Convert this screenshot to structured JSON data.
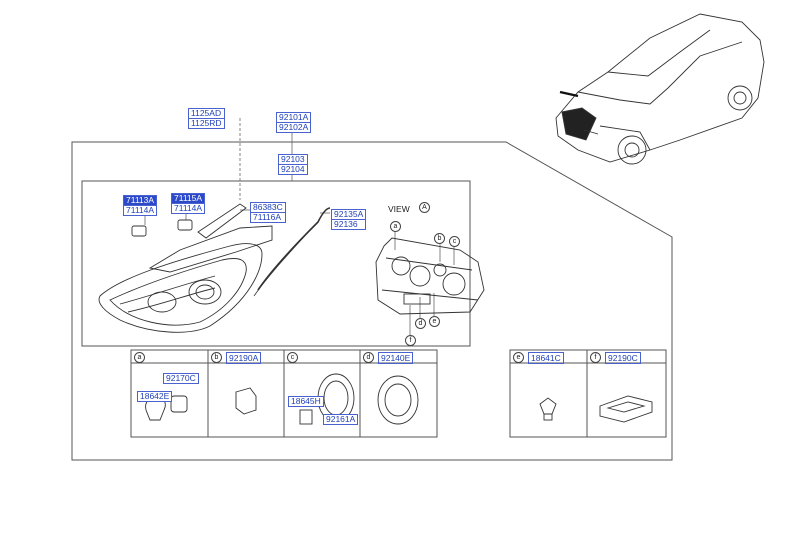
{
  "view": {
    "label": "VIEW",
    "ref": "A"
  },
  "top_labels": {
    "p1125": [
      "1125AD",
      "1125RD"
    ],
    "p92101": [
      "92101A",
      "92102A"
    ],
    "p92103": [
      "92103",
      "92104"
    ],
    "p71113": [
      "71113A",
      "71114A"
    ],
    "p71115": [
      "71115A",
      "71114A"
    ],
    "p86383": [
      "86383C",
      "71116A"
    ],
    "p92135": [
      "92135A",
      "92136"
    ]
  },
  "callouts": [
    "a",
    "b",
    "c",
    "d",
    "e",
    "f"
  ],
  "panels": [
    {
      "key": "a",
      "code": ""
    },
    {
      "key": "b",
      "code": "92190A"
    },
    {
      "key": "c",
      "code": ""
    },
    {
      "key": "d",
      "code": "92140E"
    },
    {
      "key": "e",
      "code": "18641C"
    },
    {
      "key": "f",
      "code": "92190C"
    }
  ],
  "panel_parts": {
    "a1": "92170C",
    "a2": "18642E",
    "c1": "18645H",
    "c2": "92161A"
  }
}
